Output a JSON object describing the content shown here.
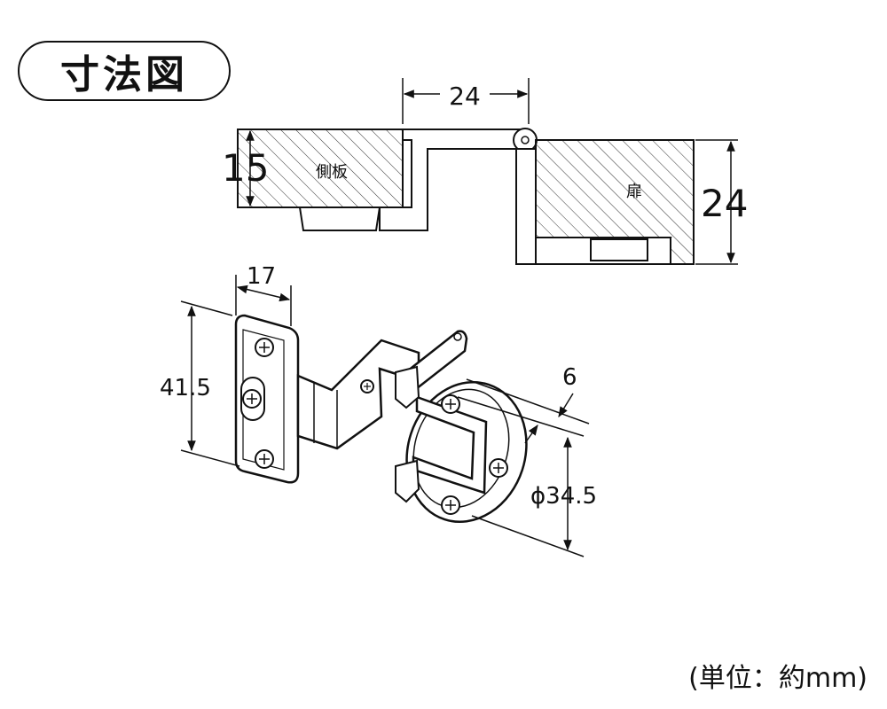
{
  "title": "寸法図",
  "unit_note": "(単位：約mm)",
  "cross_section": {
    "side_panel_label": "側板",
    "door_label": "扉",
    "dim_offset": "24",
    "dim_side_thickness": "15",
    "dim_door_thickness": "24"
  },
  "hinge_view": {
    "dim_plate_width": "17",
    "dim_plate_height": "41.5",
    "dim_cup_depth": "6",
    "dim_cup_diameter": "ϕ34.5"
  }
}
